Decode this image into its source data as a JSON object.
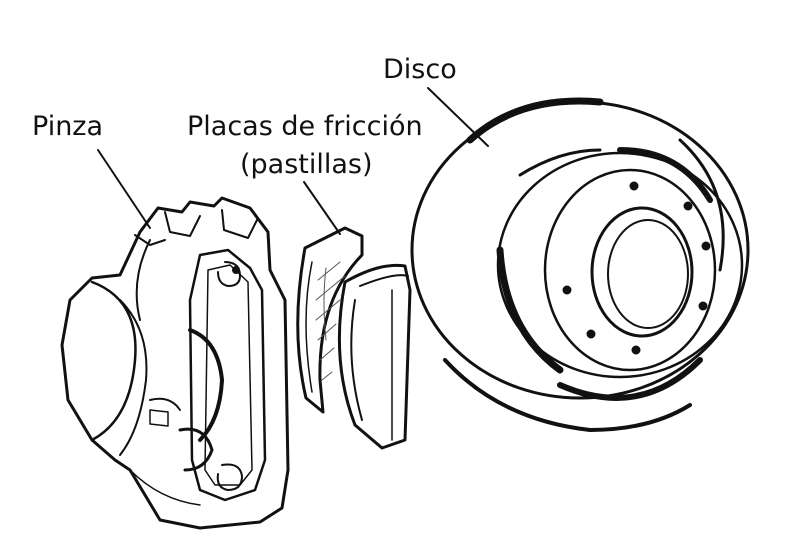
{
  "labels": {
    "disco": "Disco",
    "pinza": "Pinza",
    "placas_line1": "Placas de fricción",
    "placas_line2": "(pastillas)"
  },
  "colors": {
    "ink": "#111111",
    "background": "#ffffff"
  }
}
